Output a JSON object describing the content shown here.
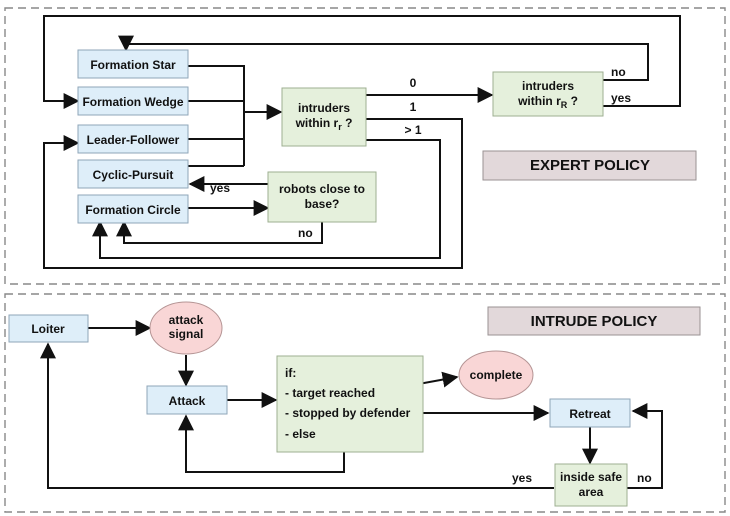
{
  "expert_policy": {
    "title": "EXPERT POLICY",
    "formations": {
      "star": "Formation Star",
      "wedge": "Formation Wedge",
      "leader": "Leader-Follower",
      "cyclic": "Cyclic-Pursuit",
      "circle": "Formation Circle"
    },
    "intruders_rr": {
      "line1": "intruders",
      "line2_main": "within r",
      "line2_sub": "r",
      "line2_tail": " ?"
    },
    "intruders_rR": {
      "line1": "intruders",
      "line2_main": "within r",
      "line2_sub": "R",
      "line2_tail": " ?"
    },
    "robots_close": {
      "line1": "robots close to",
      "line2": "base?"
    },
    "edge_labels": {
      "zero": "0",
      "one": "1",
      "more": "> 1",
      "no_top": "no",
      "yes_top": "yes",
      "yes_base": "yes",
      "no_base": "no"
    }
  },
  "intrude_policy": {
    "title": "INTRUDE POLICY",
    "loiter": "Loiter",
    "attack_signal": {
      "line1": "attack",
      "line2": "signal"
    },
    "attack": "Attack",
    "if_block": {
      "header": "if:",
      "line1": "- target reached",
      "line2": "- stopped by defender",
      "line3": "- else"
    },
    "complete": "complete",
    "retreat": "Retreat",
    "inside_safe": {
      "line1": "inside safe",
      "line2": "area"
    },
    "edge_labels": {
      "yes": "yes",
      "no": "no"
    }
  },
  "colors": {
    "blue_box": "#deeef9",
    "blue_border": "#8fa6b8",
    "green_box": "#e5f0dc",
    "green_border": "#9eaf92",
    "pink_node": "#f9d6d6",
    "pink_border": "#b59595",
    "title_box": "#e2d8da",
    "title_border": "#9a9293",
    "dashed": "#888888",
    "line": "#111111"
  }
}
